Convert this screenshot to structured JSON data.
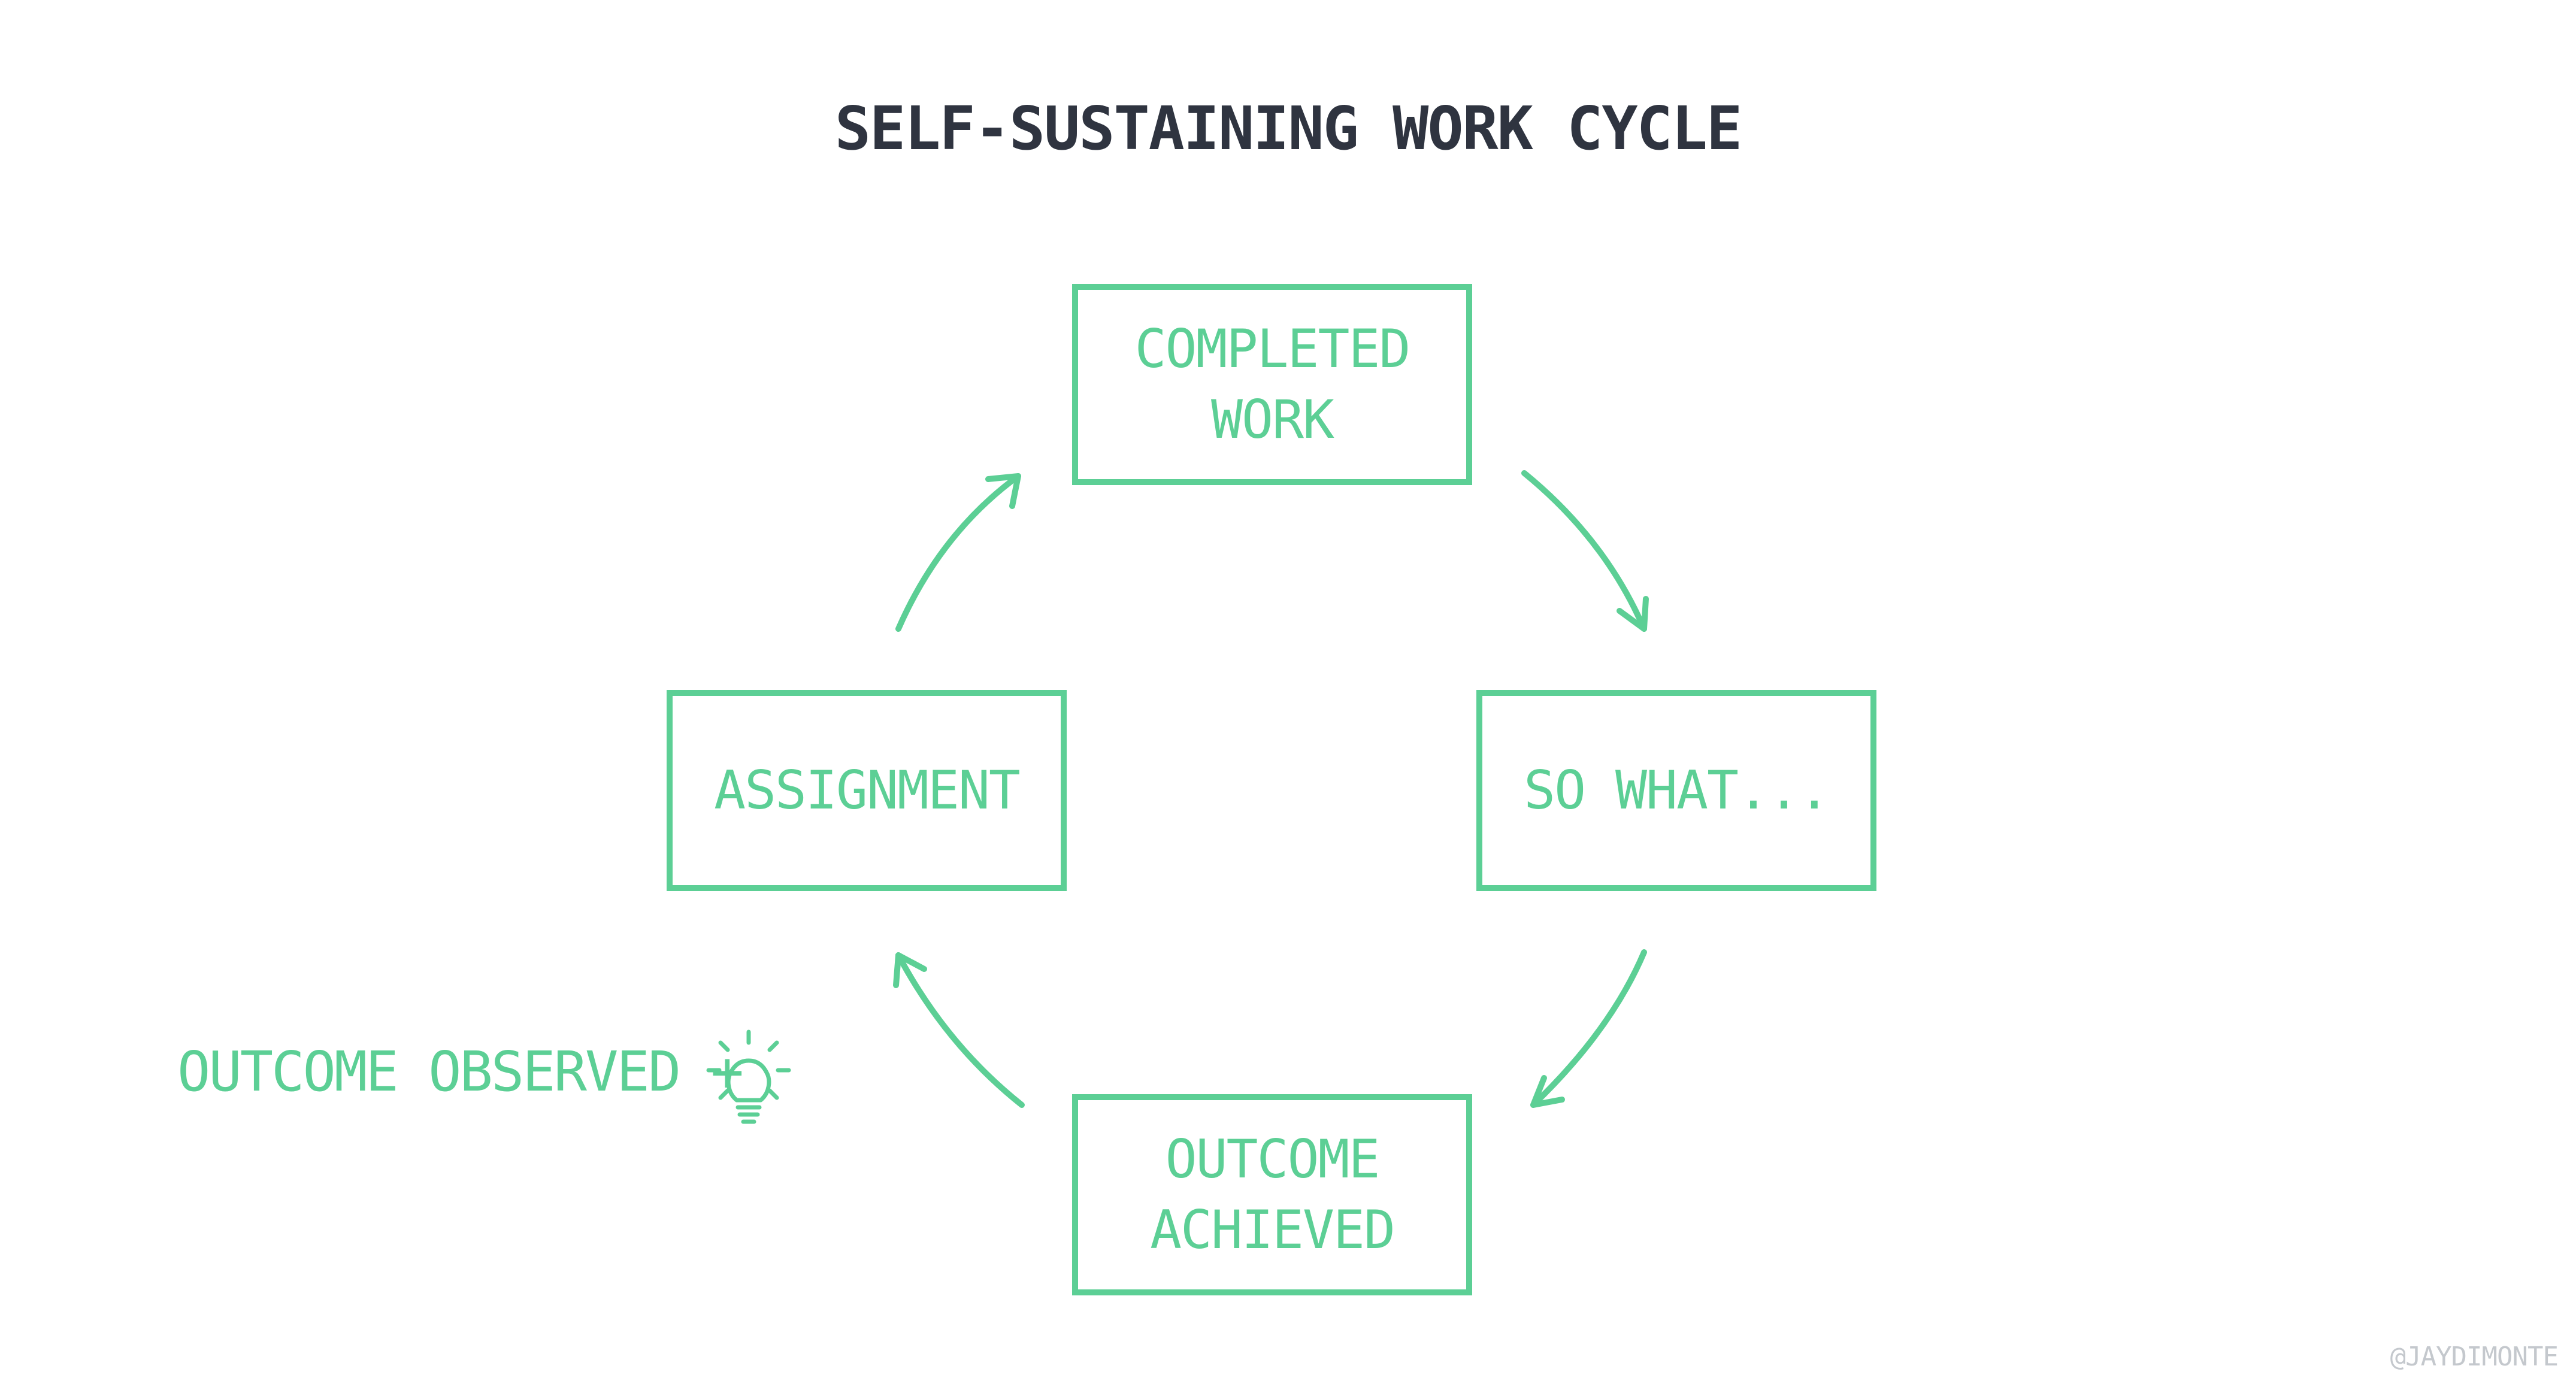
{
  "title": "SELF-SUSTAINING WORK CYCLE",
  "nodes": {
    "top": "COMPLETED\nWORK",
    "right": "SO WHAT...",
    "bottom": "OUTCOME\nACHIEVED",
    "left": "ASSIGNMENT"
  },
  "note": "OUTCOME OBSERVED +",
  "note_icon": "lightbulb-icon",
  "credit": "@JAYDIMONTE",
  "colors": {
    "accent": "#5ccf95",
    "title": "#2f3440",
    "credit": "#c4c8cd"
  }
}
